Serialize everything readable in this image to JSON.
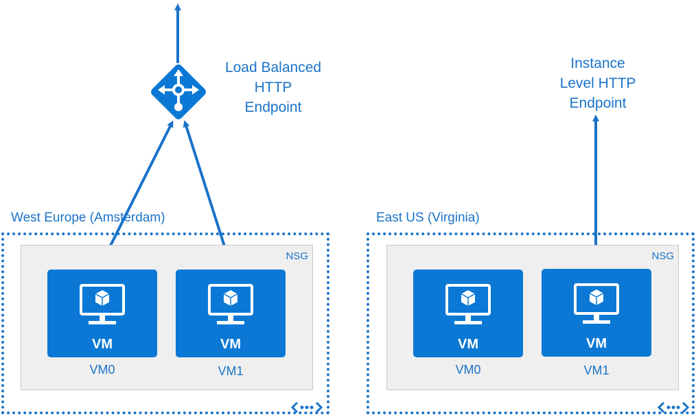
{
  "load_balancer": {
    "label_lines": [
      "Load Balanced",
      "HTTP",
      "Endpoint"
    ]
  },
  "instance_endpoint": {
    "label_lines": [
      "Instance",
      "Level HTTP",
      "Endpoint"
    ]
  },
  "regions": [
    {
      "name": "West Europe (Amsterdam)",
      "nsg_label": "NSG",
      "vms": [
        {
          "type": "VM",
          "name": "VM0"
        },
        {
          "type": "VM",
          "name": "VM1"
        }
      ]
    },
    {
      "name": "East US (Virginia)",
      "nsg_label": "NSG",
      "vms": [
        {
          "type": "VM",
          "name": "VM0"
        },
        {
          "type": "VM",
          "name": "VM1"
        }
      ]
    }
  ],
  "colors": {
    "accent": "#1a73c9",
    "vm_tile": "#0a78d4",
    "nsg_background": "#efefef"
  },
  "icons": {
    "load_balancer": "load-balancer-icon",
    "vm": "virtual-machine-icon",
    "vnet": "virtual-network-icon"
  }
}
